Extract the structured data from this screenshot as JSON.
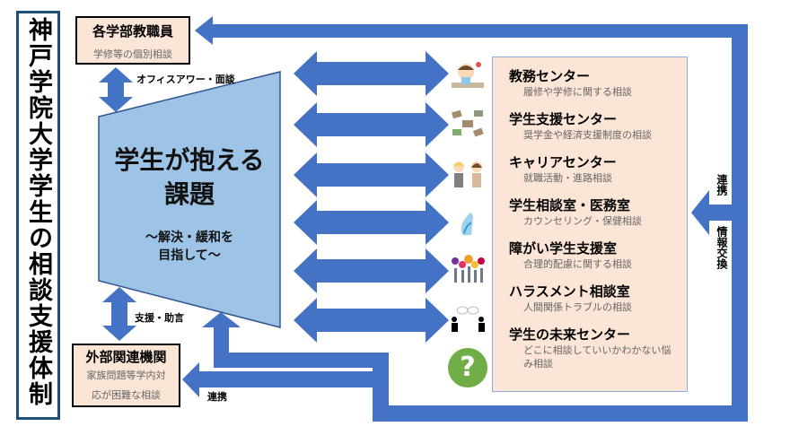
{
  "title": "神戸学院大学学生の相談支援体制",
  "faculty": {
    "heading": "各学部教職員",
    "sub": "学修等の個別相談"
  },
  "office_hour_label": "オフィスアワー・面談",
  "center": {
    "title_line1": "学生が抱える",
    "title_line2": "課題",
    "sub_line1": "～解決・緩和を",
    "sub_line2": "目指して～"
  },
  "support_label": "支援・助言",
  "external": {
    "heading": "外部関連機関",
    "sub_line1": "家族問題等学内対",
    "sub_line2": "応が困難な相談"
  },
  "cooperation_label_bottom": "連携",
  "right_labels": {
    "cooperation": "連携",
    "info_exchange": "情報交換"
  },
  "centers": [
    {
      "name": "教務センター",
      "desc": "履修や学修に関する相談",
      "icon": "studying-student-icon"
    },
    {
      "name": "学生支援センター",
      "desc": "奨学金や経済支援制度の相談",
      "icon": "money-icon"
    },
    {
      "name": "キャリアセンター",
      "desc": "就職活動・進路相談",
      "icon": "interview-icon"
    },
    {
      "name": "学生相談室・医務室",
      "desc": "カウンセリング・保健相談",
      "icon": "medical-icon"
    },
    {
      "name": "障がい学生支援室",
      "desc": "合理的配慮に関する相談",
      "icon": "diversity-hearts-icon"
    },
    {
      "name": "ハラスメント相談室",
      "desc": "人間関係トラブルの相談",
      "icon": "people-talking-icon"
    },
    {
      "name": "学生の未来センター",
      "desc": "どこに相談していいかわかない悩み相談",
      "icon": "question-icon",
      "question_mark": "?"
    }
  ],
  "colors": {
    "arrow": "#4472c4",
    "trapezoid": "#9dc3e6",
    "peach": "#fbe5d6",
    "green": "#70ad47",
    "title_border": "#1f4e79"
  }
}
